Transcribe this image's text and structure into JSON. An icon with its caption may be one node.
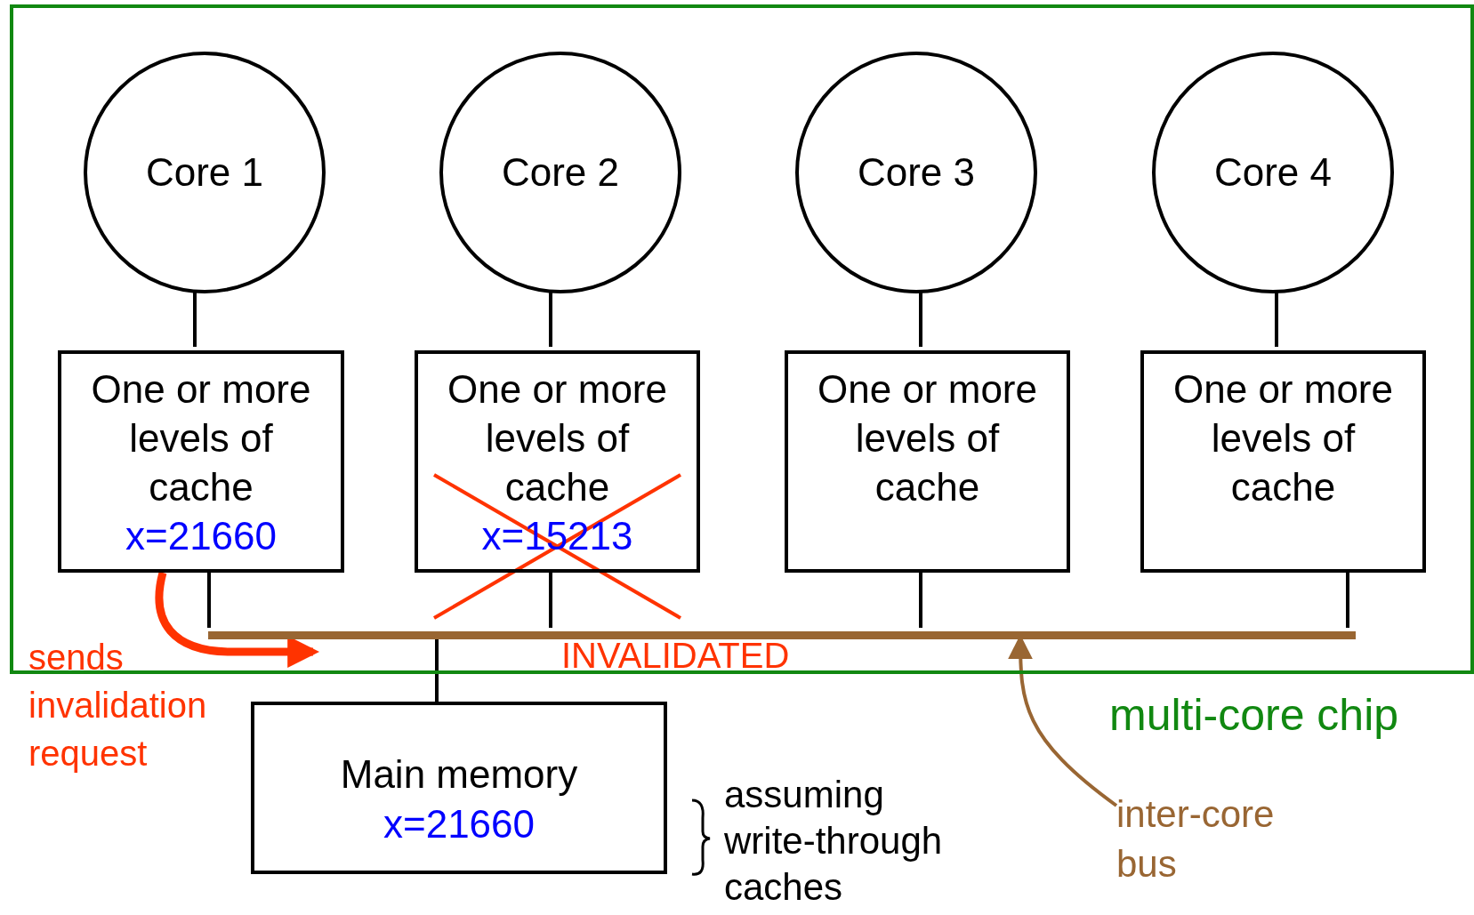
{
  "diagram": {
    "nodes": [
      {
        "text": [
          "multi-core chip"
        ]
      },
      {
        "text": [
          "Core 1"
        ],
        "in": 0
      },
      {
        "text": [
          "Core 2"
        ],
        "in": 0
      },
      {
        "text": [
          "Core 3"
        ],
        "in": 0
      },
      {
        "text": [
          "Core 4"
        ],
        "in": 0
      },
      {
        "text": [
          "One or more levels of cache",
          "x=21660"
        ],
        "in": 0
      },
      {
        "text": [
          "One or more levels of cache",
          "x=15213"
        ],
        "in": 0
      },
      {
        "text": [
          "One or more levels of cache"
        ],
        "in": 0
      },
      {
        "text": [
          "One or more levels of cache"
        ],
        "in": 0
      },
      {
        "text": [],
        "shape": "bar",
        "in": 0
      },
      {
        "text": [
          "inter-core bus"
        ]
      },
      {
        "text": [
          "Main memory",
          "x=21660"
        ],
        "beside": [
          "assuming write-through caches"
        ]
      }
    ],
    "edges": [
      {
        "from": 1,
        "to": 5,
        "arrow": "none"
      },
      {
        "from": 2,
        "to": 6,
        "arrow": "none"
      },
      {
        "from": 3,
        "to": 7,
        "arrow": "none"
      },
      {
        "from": 4,
        "to": 8,
        "arrow": "none"
      },
      {
        "from": 5,
        "to": 9,
        "arrow": "none"
      },
      {
        "from": 6,
        "to": 9,
        "arrow": "none"
      },
      {
        "from": 7,
        "to": 9,
        "arrow": "none"
      },
      {
        "from": 8,
        "to": 9,
        "arrow": "none"
      },
      {
        "from": 9,
        "to": 11,
        "arrow": "none"
      },
      {
        "from": 10,
        "to": 9,
        "arrow": "to",
        "color": "#996633"
      },
      {
        "from": 5,
        "to": 9,
        "arrow": "to",
        "style": "thick",
        "color": "#ff3300",
        "label": "sends invalidation request"
      }
    ],
    "labels": [
      "INVALIDATED"
    ]
  }
}
